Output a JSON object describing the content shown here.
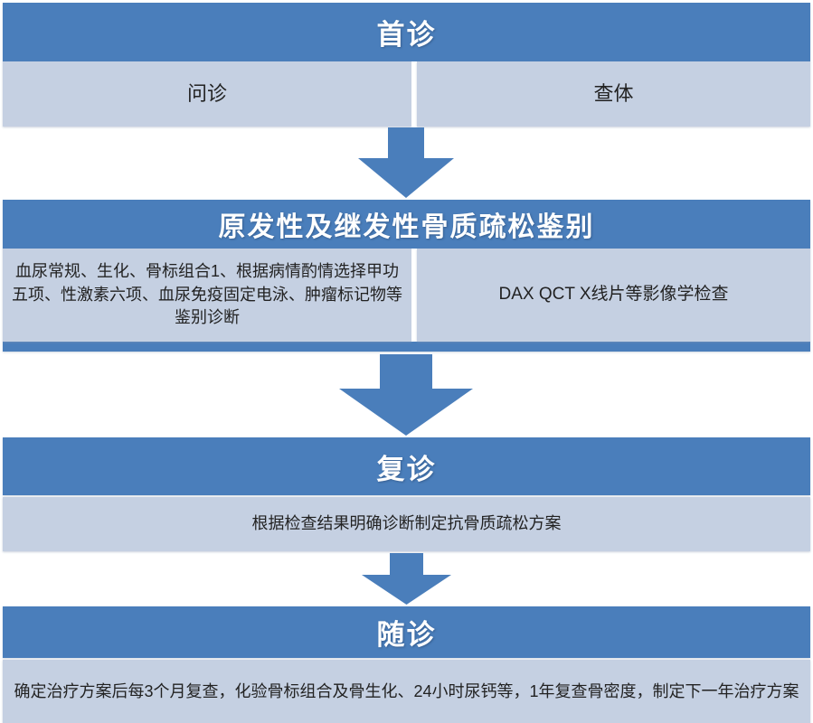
{
  "document": {
    "title": "骨质疏松诊疗流程图",
    "type": "flowchart",
    "direction": "top-to-bottom"
  },
  "theme": {
    "header_bg": "#4a7ebb",
    "panel_bg": "#c5d0e2",
    "header_text": "#ffffff",
    "panel_text": "#222222",
    "page_bg": "#ffffff",
    "arrow_fill": "#4a7ebb"
  },
  "stages": [
    {
      "id": "first-visit",
      "header": "首诊",
      "panels": [
        {
          "id": "history-taking",
          "text": "问诊"
        },
        {
          "id": "physical-exam",
          "text": "查体"
        }
      ]
    },
    {
      "id": "osteoporosis-differentiation",
      "header": "原发性及继发性骨质疏松鉴别",
      "panels": [
        {
          "id": "lab-tests",
          "text": "血尿常规、生化、骨标组合1、根据病情酌情选择甲功五项、性激素六项、血尿免疫固定电泳、肿瘤标记物等鉴别诊断"
        },
        {
          "id": "imaging-tests",
          "text": "DAX QCT X线片等影像学检查"
        }
      ]
    },
    {
      "id": "follow-up-visit",
      "header": "复诊",
      "panels": [
        {
          "id": "treatment-plan",
          "text": "根据检查结果明确诊断制定抗骨质疏松方案"
        }
      ]
    },
    {
      "id": "follow-up-monitoring",
      "header": "随诊",
      "panels": [
        {
          "id": "monitoring-plan",
          "text": "确定治疗方案后每3个月复查，化验骨标组合及骨生化、24小时尿钙等，1年复查骨密度，制定下一年治疗方案"
        }
      ]
    }
  ],
  "connectors": [
    {
      "id": "arrow-first-to-diff",
      "icon": "down-arrow-icon",
      "from": "first-visit",
      "to": "osteoporosis-differentiation"
    },
    {
      "id": "arrow-diff-to-followup",
      "icon": "down-arrow-icon",
      "from": "osteoporosis-differentiation",
      "to": "follow-up-visit"
    },
    {
      "id": "arrow-followup-to-monitoring",
      "icon": "down-arrow-icon",
      "from": "follow-up-visit",
      "to": "follow-up-monitoring"
    }
  ]
}
